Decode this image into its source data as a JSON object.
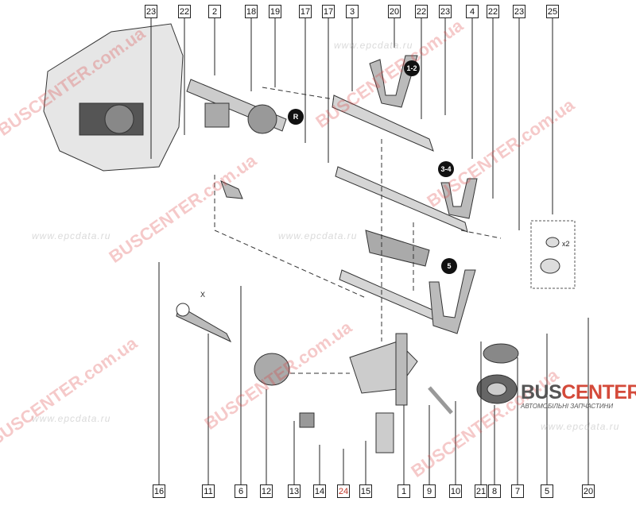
{
  "top_labels": [
    "23",
    "22",
    "2",
    "18",
    "19",
    "17",
    "17",
    "3",
    "20",
    "22",
    "23",
    "4",
    "22",
    "23",
    "25"
  ],
  "bottom_labels": [
    "16",
    "11",
    "6",
    "12",
    "13",
    "14",
    "24",
    "15",
    "1",
    "9",
    "10",
    "21",
    "8",
    "7",
    "5",
    "20"
  ],
  "callouts": {
    "gear_12": "1-2",
    "gear_34": "3-4",
    "gear_5": "5",
    "reverse": "R"
  },
  "notes": {
    "quantity": "x2",
    "dimension": "X"
  },
  "watermarks": {
    "primary": "BUSCENTER.com.ua",
    "secondary": "www.epcdata.ru"
  },
  "logo": {
    "brand_a": "BUS",
    "brand_b": "CENTER",
    "subtitle": "АВТОМОБІЛЬНІ ЗАПЧАСТИНИ"
  },
  "colors": {
    "highlight_label": "#c0392b",
    "watermark": "#dc3c3c"
  }
}
